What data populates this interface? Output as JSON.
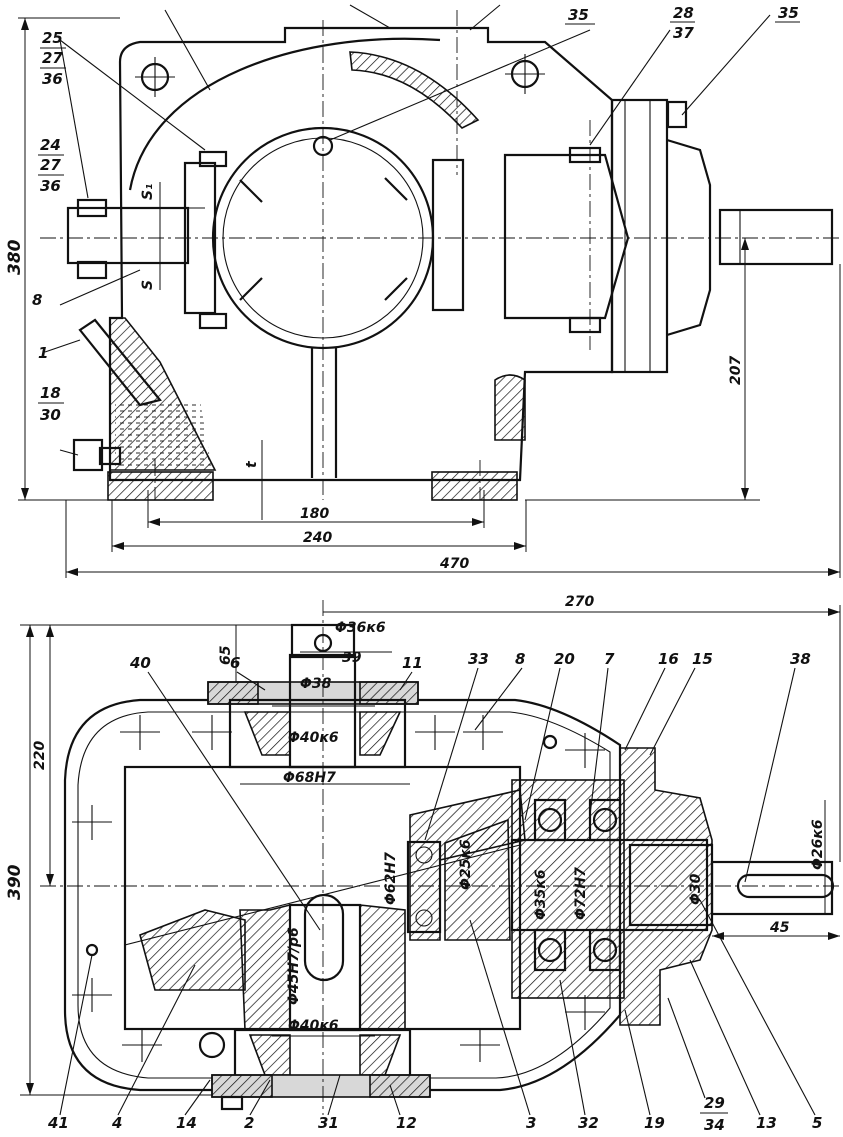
{
  "top_view": {
    "part_labels": [
      "35",
      "28",
      "37",
      "35",
      "25",
      "27",
      "36",
      "24",
      "27",
      "36",
      "8",
      "1",
      "18",
      "30"
    ],
    "dims": {
      "h_overall": "380",
      "h_axis": "207",
      "w_180": "180",
      "w_240": "240",
      "w_470": "470",
      "s1": "S₁",
      "s": "S",
      "t": "t"
    }
  },
  "bottom_view": {
    "part_labels": [
      "40",
      "6",
      "11",
      "33",
      "8",
      "20",
      "7",
      "16",
      "15",
      "38",
      "41",
      "4",
      "14",
      "2",
      "31",
      "12",
      "3",
      "32",
      "19",
      "29",
      "34",
      "13",
      "5"
    ],
    "fits": [
      "Φ36к6",
      "Φ38",
      "Φ40к6",
      "Φ68Н7",
      "Φ62Н7",
      "Φ25к6",
      "Φ35к6",
      "Φ72Н7",
      "Φ30",
      "Φ26к6",
      "Φ45Н7/р6",
      "Φ40к6"
    ],
    "dims": {
      "d270": "270",
      "d65": "65",
      "d39": "39",
      "d220": "220",
      "d390": "390",
      "d45": "45"
    }
  }
}
